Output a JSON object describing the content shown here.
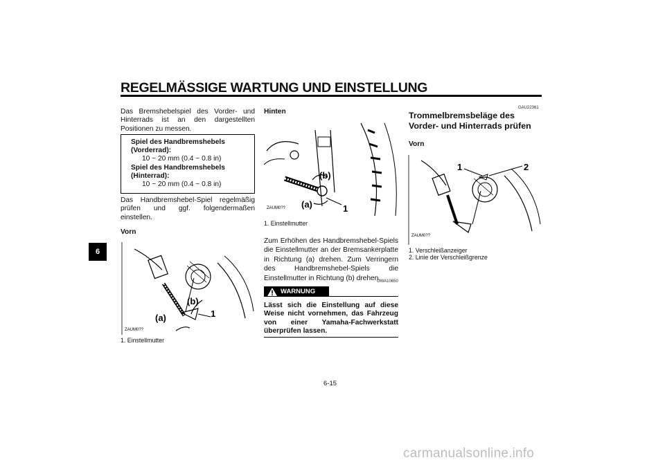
{
  "header": {
    "title": "REGELMÄSSIGE WARTUNG UND EINSTELLUNG",
    "chapter_tab": "6"
  },
  "col1": {
    "intro": "Das Bremshebelspiel des Vorder- und Hinterrads ist an den dargestellten Positionen zu messen.",
    "spec": {
      "front_label": "Spiel des Handbremshebels (Vorderrad):",
      "front_value": "10 ~ 20 mm (0.4 ~ 0.8 in)",
      "rear_label": "Spiel des Handbremshebels (Hinterrad):",
      "rear_value": "10 ~ 20 mm (0.4 ~ 0.8 in)"
    },
    "check_text": "Das Handbremshebel-Spiel regelmäßig prüfen und ggf. folgendermaßen einstellen.",
    "subhead": "Vorn",
    "figure": {
      "label_a": "(a)",
      "label_b": "(b)",
      "label_1": "1",
      "code": "ZAUM0??"
    },
    "caption": "1. Einstellmutter"
  },
  "col2": {
    "subhead": "Hinten",
    "figure": {
      "label_a": "(a)",
      "label_b": "(b)",
      "label_1": "1",
      "code": "ZAUM0??"
    },
    "caption": "1. Einstellmutter",
    "body": "Zum Erhöhen des Handbremshebel-Spiels die Einstellmutter an der Bremsankerplatte in Richtung (a) drehen. Zum Verringern des Handbremshebel-Spiels die Einstellmutter in Richtung (b) drehen.",
    "warning_code": "GWA10650",
    "warning_label": "WARNUNG",
    "warning_text": "Lässt sich die Einstellung auf diese Weise nicht vornehmen, das Fahrzeug von einer Yamaha-Fachwerkstatt überprüfen lassen."
  },
  "col3": {
    "code": "GAU22361",
    "title": "Trommelbremsbeläge des Vorder- und Hinterrads prüfen",
    "subhead": "Vorn",
    "figure": {
      "label_1": "1",
      "label_2": "2",
      "code": "ZAUM0??"
    },
    "caption_1": "1. Verschleißanzeiger",
    "caption_2": "2. Linie der Verschleißgrenze"
  },
  "footer": {
    "page_number": "6-15",
    "watermark": "carmanualsonline.info"
  }
}
